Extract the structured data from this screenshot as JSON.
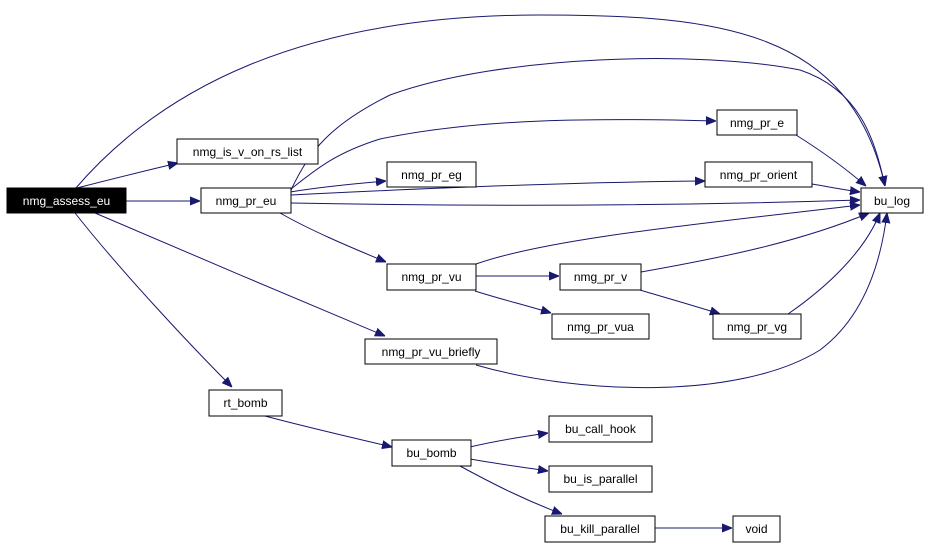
{
  "colors": {
    "edge": "#191970",
    "root_fill": "#000000",
    "root_text": "#ffffff",
    "node_fill": "#ffffff",
    "node_border": "#000000"
  },
  "nodes": {
    "nmg_assess_eu": "nmg_assess_eu",
    "nmg_is_v_on_rs_list": "nmg_is_v_on_rs_list",
    "nmg_pr_eu": "nmg_pr_eu",
    "nmg_pr_eg": "nmg_pr_eg",
    "nmg_pr_e": "nmg_pr_e",
    "nmg_pr_orient": "nmg_pr_orient",
    "bu_log": "bu_log",
    "nmg_pr_vu": "nmg_pr_vu",
    "nmg_pr_v": "nmg_pr_v",
    "nmg_pr_vua": "nmg_pr_vua",
    "nmg_pr_vg": "nmg_pr_vg",
    "nmg_pr_vu_briefly": "nmg_pr_vu_briefly",
    "rt_bomb": "rt_bomb",
    "bu_bomb": "bu_bomb",
    "bu_call_hook": "bu_call_hook",
    "bu_is_parallel": "bu_is_parallel",
    "bu_kill_parallel": "bu_kill_parallel",
    "void": "void"
  },
  "edges": [
    [
      "nmg_assess_eu",
      "nmg_is_v_on_rs_list"
    ],
    [
      "nmg_assess_eu",
      "nmg_pr_eu"
    ],
    [
      "nmg_assess_eu",
      "nmg_pr_vu_briefly"
    ],
    [
      "nmg_assess_eu",
      "rt_bomb"
    ],
    [
      "nmg_assess_eu",
      "bu_log"
    ],
    [
      "nmg_pr_eu",
      "nmg_pr_eg"
    ],
    [
      "nmg_pr_eu",
      "nmg_pr_e"
    ],
    [
      "nmg_pr_eu",
      "nmg_pr_orient"
    ],
    [
      "nmg_pr_eu",
      "bu_log"
    ],
    [
      "nmg_pr_eu",
      "nmg_pr_vu"
    ],
    [
      "nmg_pr_e",
      "bu_log"
    ],
    [
      "nmg_pr_orient",
      "bu_log"
    ],
    [
      "nmg_pr_vu",
      "bu_log"
    ],
    [
      "nmg_pr_vu",
      "nmg_pr_v"
    ],
    [
      "nmg_pr_vu",
      "nmg_pr_vua"
    ],
    [
      "nmg_pr_v",
      "bu_log"
    ],
    [
      "nmg_pr_v",
      "nmg_pr_vg"
    ],
    [
      "nmg_pr_vg",
      "bu_log"
    ],
    [
      "nmg_pr_vu_briefly",
      "bu_log"
    ],
    [
      "rt_bomb",
      "bu_bomb"
    ],
    [
      "bu_bomb",
      "bu_call_hook"
    ],
    [
      "bu_bomb",
      "bu_is_parallel"
    ],
    [
      "bu_bomb",
      "bu_kill_parallel"
    ],
    [
      "bu_kill_parallel",
      "void"
    ]
  ]
}
